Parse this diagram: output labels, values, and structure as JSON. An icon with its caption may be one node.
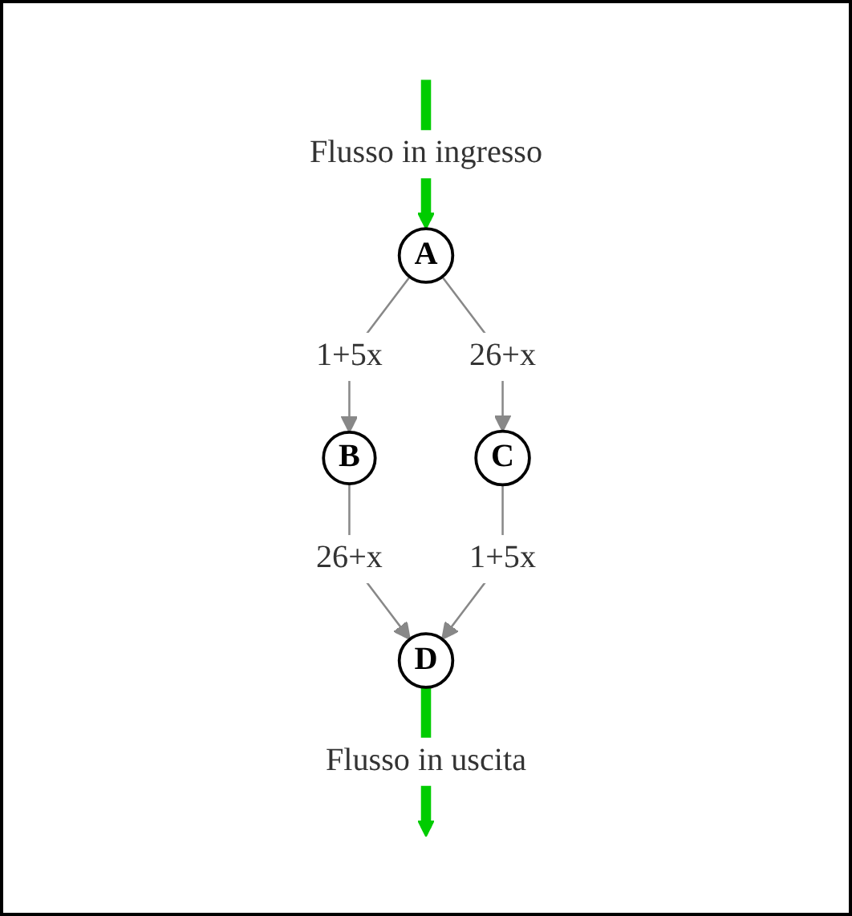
{
  "diagram": {
    "nodes": [
      {
        "text": [
          "A"
        ]
      },
      {
        "text": [
          "B"
        ]
      },
      {
        "text": [
          "C"
        ]
      },
      {
        "text": [
          "D"
        ]
      }
    ],
    "edges": [
      {
        "from": null,
        "to": 0,
        "arrow": "to",
        "label": "Flusso in ingresso",
        "style": "thick",
        "color": "#00cc00"
      },
      {
        "from": 0,
        "to": 1,
        "arrow": "to",
        "label": "1+5x"
      },
      {
        "from": 0,
        "to": 2,
        "arrow": "to",
        "label": "26+x"
      },
      {
        "from": 1,
        "to": 3,
        "arrow": "to",
        "label": "26+x"
      },
      {
        "from": 2,
        "to": 3,
        "arrow": "to",
        "label": "1+5x"
      },
      {
        "from": 3,
        "to": null,
        "arrow": "to",
        "label": "Flusso in uscita",
        "style": "thick",
        "color": "#00cc00"
      }
    ]
  }
}
